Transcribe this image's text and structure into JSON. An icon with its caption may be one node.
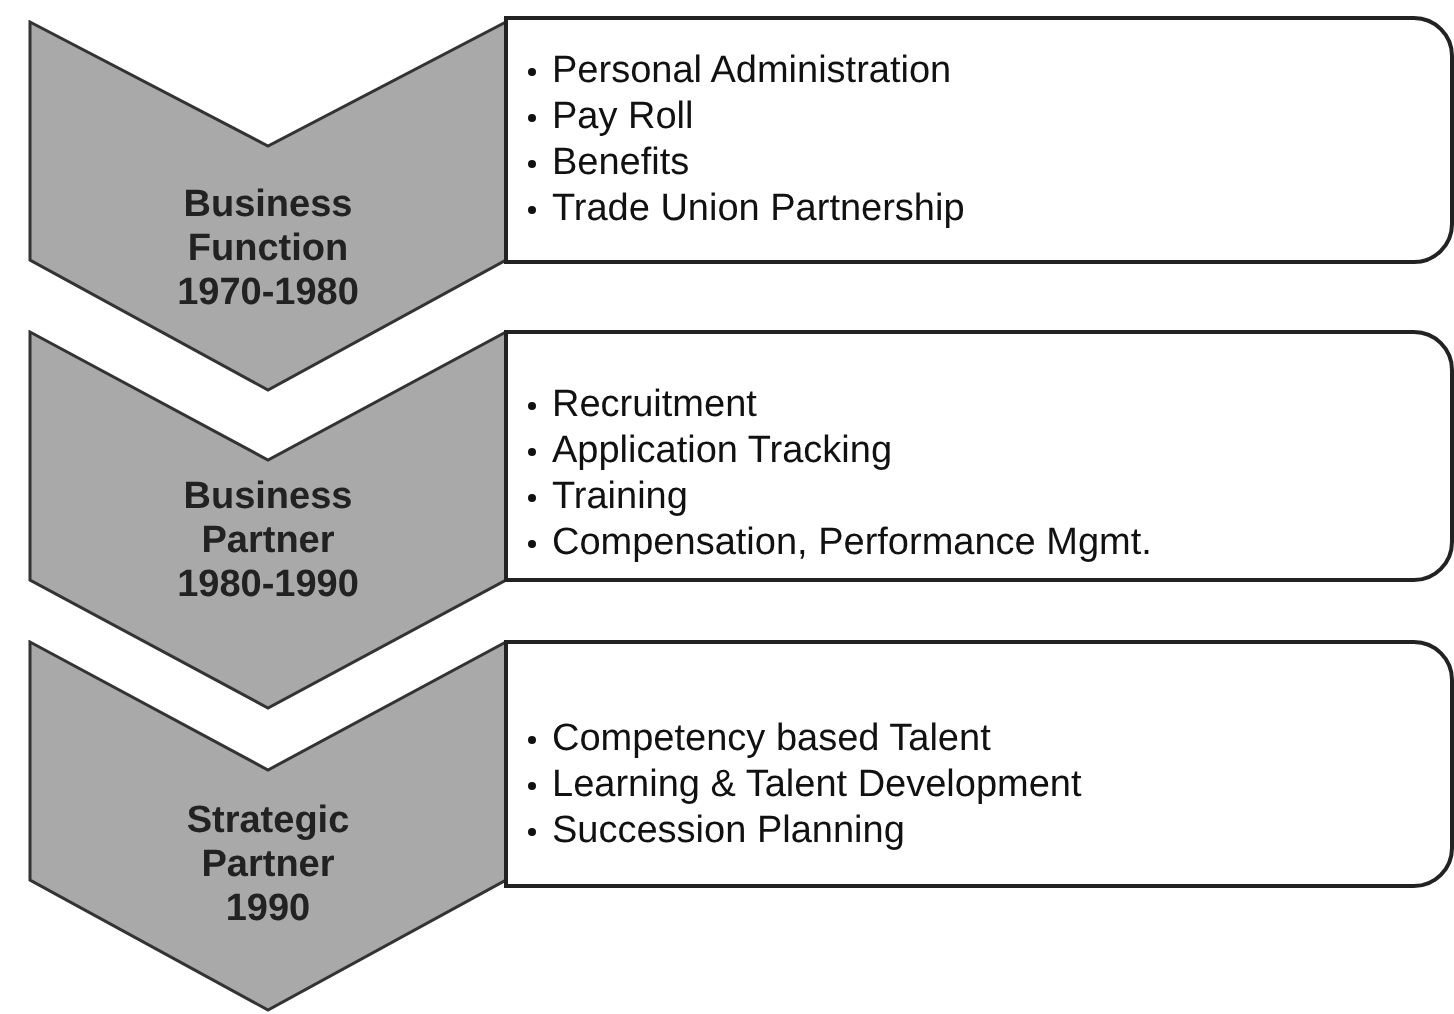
{
  "diagram": {
    "nodes": [
      {
        "text": [
          "Business Function 1970-1980"
        ]
      },
      {
        "text": [
          "Personal Administration",
          "Pay Roll",
          "Benefits",
          "Trade Union Partnership"
        ]
      },
      {
        "text": [
          "Business Partner 1980-1990"
        ]
      },
      {
        "text": [
          "Recruitment",
          "Application Tracking",
          "Training",
          "Compensation, Performance Mgmt."
        ]
      },
      {
        "text": [
          "Strategic Partner 1990"
        ]
      },
      {
        "text": [
          "Competency based Talent",
          "Learning & Talent Development",
          "Succession Planning"
        ]
      }
    ]
  }
}
